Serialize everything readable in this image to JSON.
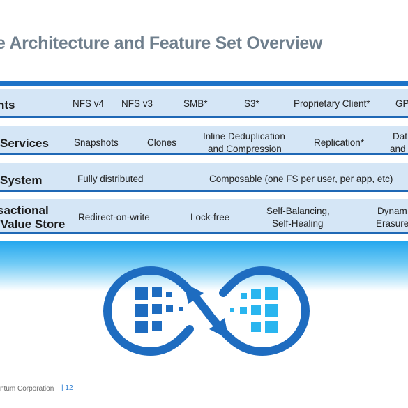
{
  "slide": {
    "title": "e Architecture and Feature Set Overview",
    "rows": [
      {
        "label": "nts",
        "cells": [
          "NFS v4",
          "NFS v3",
          "SMB*",
          "S3*",
          "Proprietary Client*",
          "GP"
        ]
      },
      {
        "label": "Services",
        "cells": [
          "Snapshots",
          "Clones",
          "Inline Deduplication",
          "and Compression",
          "Replication*",
          "Dat",
          "and"
        ]
      },
      {
        "label": "System",
        "cells": [
          "Fully distributed",
          "Composable (one FS per user, per app, etc)"
        ]
      },
      {
        "label_line1": "sactional",
        "label_line2": "/Value Store",
        "cells": [
          "Redirect-on-write",
          "Lock-free",
          "Self-Balancing,",
          "Self-Healing",
          "Dynam",
          "Erasure"
        ]
      }
    ],
    "footer": {
      "company": "ntum Corporation",
      "page": "| 12"
    },
    "colors": {
      "accent": "#1e73c8",
      "row_fill": "#d5e6f6",
      "logo_dark": "#1e6cc0",
      "logo_light": "#29b5ef"
    }
  }
}
